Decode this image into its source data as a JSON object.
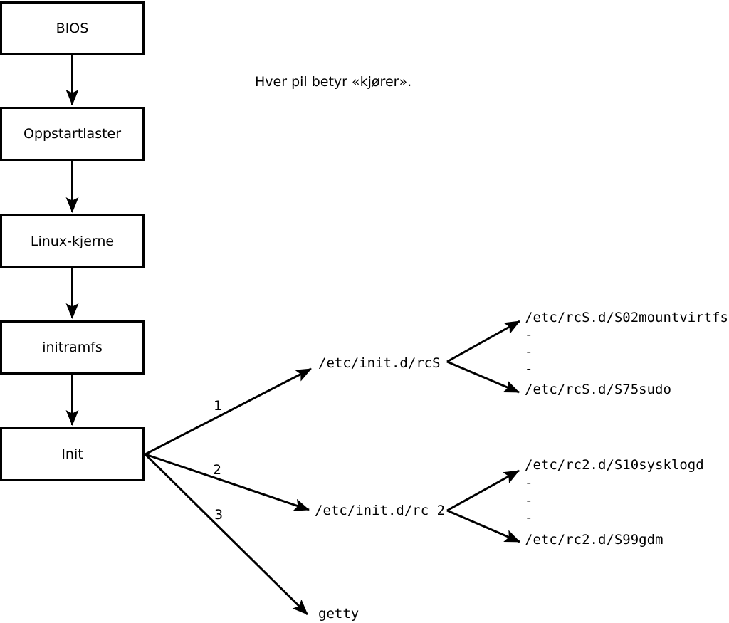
{
  "note": "Hver pil betyr «kjører».",
  "boot_chain": [
    "BIOS",
    "Oppstartlaster",
    "Linux-kjerne",
    "initramfs",
    "Init"
  ],
  "init_branches": [
    {
      "label": "1",
      "target": "/etc/init.d/rcS",
      "children": [
        "/etc/rcS.d/S02mountvirtfs",
        "-",
        "-",
        "-",
        "/etc/rcS.d/S75sudo"
      ]
    },
    {
      "label": "2",
      "target": "/etc/init.d/rc 2",
      "children": [
        "/etc/rc2.d/S10sysklogd",
        "-",
        "-",
        "-",
        "/etc/rc2.d/S99gdm"
      ]
    },
    {
      "label": "3",
      "target": "getty",
      "children": []
    }
  ],
  "colors": {
    "stroke": "#000000",
    "background": "#ffffff"
  }
}
